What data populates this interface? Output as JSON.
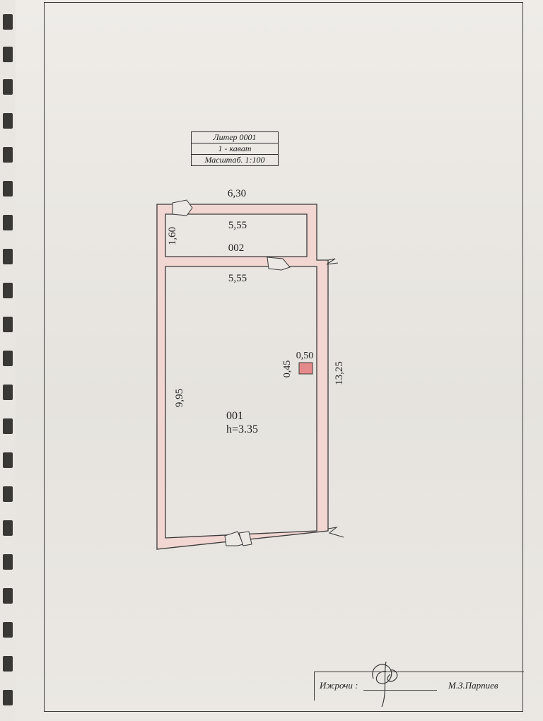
{
  "stamp": {
    "liter": "Литер  0001",
    "floor": "1 - кават",
    "scale": "Масштаб. 1:100"
  },
  "plan": {
    "dim_top": "6,30",
    "dim_inner_top": "5,55",
    "dim_room002_height": "1,60",
    "room002_label": "002",
    "dim_inner_mid": "5,55",
    "dim_left": "9,95",
    "dim_right": "13,25",
    "dim_column_h": "0,45",
    "dim_column_w": "0,50",
    "room001_label": "001",
    "room001_height": "h=3.35"
  },
  "signature": {
    "label": "Ижрочи :",
    "name": "М.З.Парпиев"
  },
  "colors": {
    "wall_fill": "#f1d6d2",
    "wall_stroke": "#3a3a3a",
    "column_fill": "#e58a8a"
  }
}
